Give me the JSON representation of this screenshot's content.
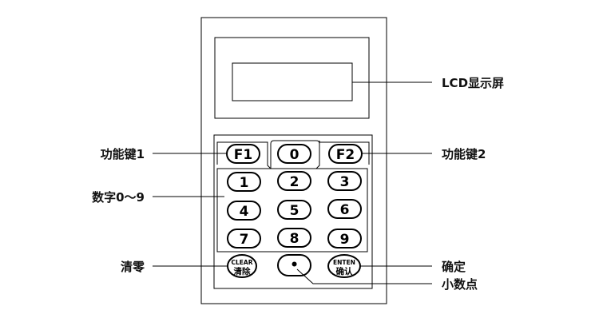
{
  "labels": {
    "lcd": "LCD显示屏",
    "f1": "功能键1",
    "f2": "功能键2",
    "digits": "数字0～9",
    "clear": "清零",
    "confirm": "确定",
    "decimal": "小数点"
  },
  "keys": {
    "f1": "F1",
    "zero": "0",
    "f2": "F2",
    "k1": "1",
    "k2": "2",
    "k3": "3",
    "k4": "4",
    "k5": "5",
    "k6": "6",
    "k7": "7",
    "k8": "8",
    "k9": "9",
    "dot": "•",
    "clear_en": "CLEAR",
    "clear_cn": "清除",
    "enter_en": "ENTEN",
    "enter_cn": "确认"
  }
}
